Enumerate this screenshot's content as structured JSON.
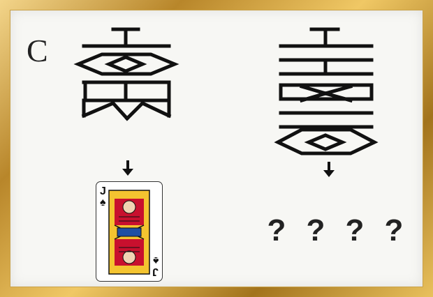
{
  "puzzle": {
    "label": "C",
    "card": {
      "rank": "J",
      "suit": "♠",
      "name": "Jack of Spades"
    },
    "unknown": [
      "?",
      "?",
      "?",
      "?"
    ]
  }
}
